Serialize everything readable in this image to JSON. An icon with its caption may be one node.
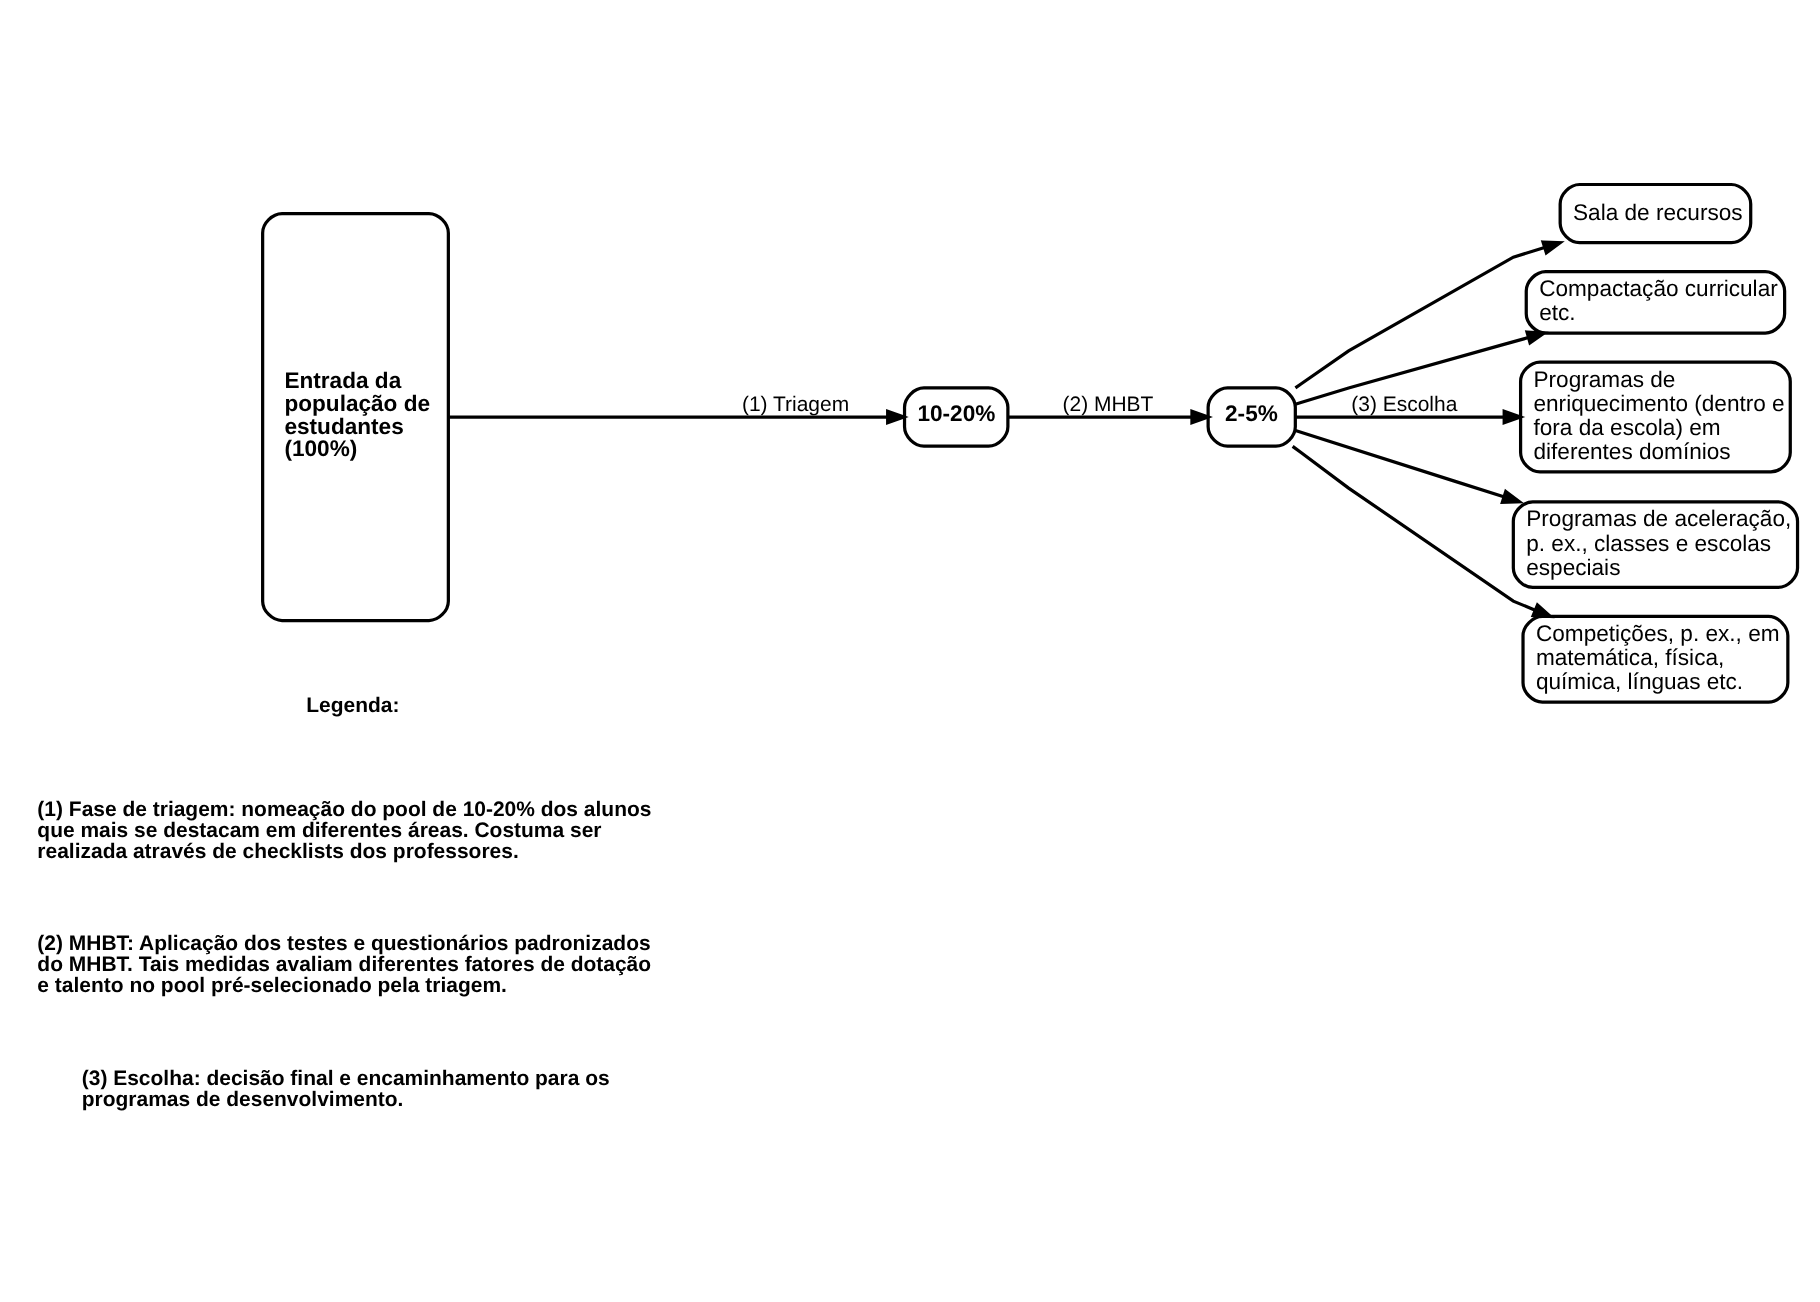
{
  "diagram": {
    "nodes": [
      {
        "text": [
          "Entrada da população de estudantes (100%)"
        ]
      },
      {
        "text": [
          "10-20%"
        ]
      },
      {
        "text": [
          "2-5%"
        ]
      },
      {
        "text": [
          "Sala de recursos"
        ]
      },
      {
        "text": [
          "Compactação curricular etc."
        ]
      },
      {
        "text": [
          "Programas de enriquecimento (dentro e fora da escola) em diferentes domínios"
        ]
      },
      {
        "text": [
          "Programas de aceleração, p. ex., classes e escolas especiais"
        ]
      },
      {
        "text": [
          "Competições, p. ex., em matemática, física, química, línguas etc."
        ]
      }
    ],
    "edges": [
      {
        "from": 0,
        "to": 1,
        "arrow": "to",
        "label": "(1) Triagem"
      },
      {
        "from": 1,
        "to": 2,
        "arrow": "to",
        "label": "(2) MHBT"
      },
      {
        "from": 2,
        "to": 3,
        "arrow": "to"
      },
      {
        "from": 2,
        "to": 4,
        "arrow": "to"
      },
      {
        "from": 2,
        "to": 5,
        "arrow": "to",
        "label": "(3) Escolha"
      },
      {
        "from": 2,
        "to": 6,
        "arrow": "to"
      },
      {
        "from": 2,
        "to": 7,
        "arrow": "to"
      }
    ],
    "labels": [
      "Legenda:",
      "(1) Fase de triagem: nomeação do pool de 10-20% dos alunos que mais se destacam em diferentes áreas. Costuma ser realizada através de checklists dos professores.",
      "(2) MHBT: Aplicação dos testes e questionários padronizados do MHBT. Tais medidas avaliam diferentes fatores de dotação e talento no pool pré-selecionado pela triagem.",
      "(3) Escolha: decisão final e encaminhamento para os programas de desenvolvimento."
    ]
  }
}
